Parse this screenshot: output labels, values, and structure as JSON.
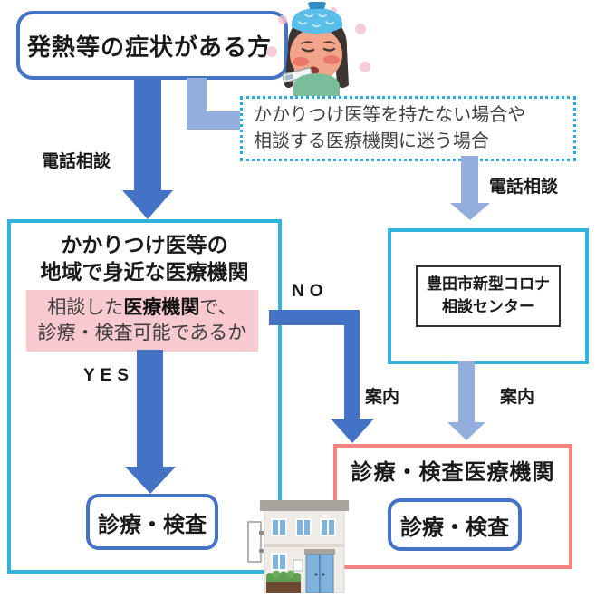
{
  "diagram_title_box": {
    "label": "発熱等の症状がある方"
  },
  "no_doctor_note": {
    "line1": "かかりつけ医等を持たない場合や",
    "line2": "相談する医療機関に迷う場合"
  },
  "labels": {
    "phone_consult_left": "電話相談",
    "phone_consult_right": "電話相談",
    "yes": "YES",
    "no": "NO",
    "guide_left": "案内",
    "guide_right": "案内"
  },
  "family_doctor_box": {
    "title_line1": "かかりつけ医等の",
    "title_line2": "地域で身近な医療機関",
    "question_prefix": "相談した",
    "question_bold": "医療機関",
    "question_suffix": "で、",
    "question_line2": "診療・検査可能であるか",
    "action_label": "診療・検査"
  },
  "call_center_box": {
    "line1": "豊田市新型コロナ",
    "line2": "相談センター"
  },
  "exam_institution_box": {
    "title": "診療・検査医療機関",
    "action_label": "診療・検査"
  },
  "icons": {
    "sick_person": "sick-person-with-thermometer-illustration",
    "clinic": "clinic-building-illustration"
  },
  "colors": {
    "dark_arrow_blue": "#4472C4",
    "light_arrow_blue": "#93AEDC",
    "cyan_border": "#33B3DB",
    "dotted_border_cyan": "#29ABE2",
    "pink_fill": "#F8C9CF",
    "salmon_border": "#F2837F"
  }
}
